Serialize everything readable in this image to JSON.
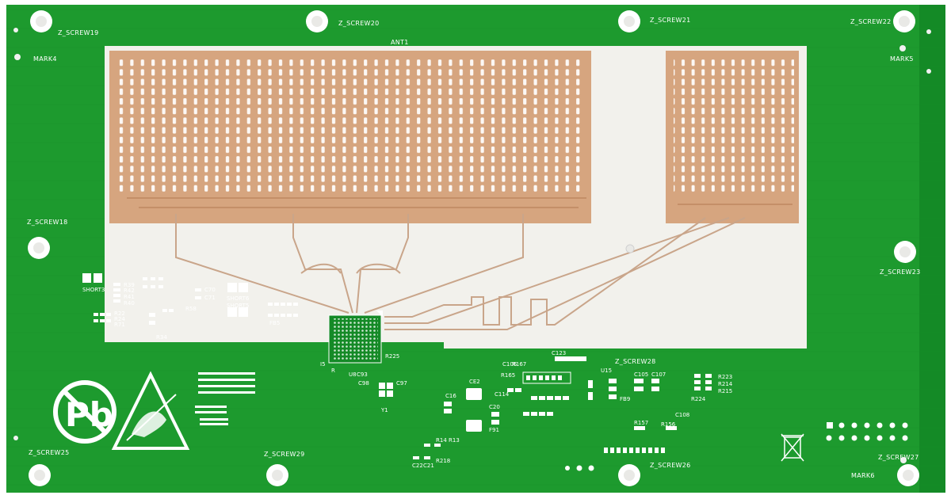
{
  "colors": {
    "board": "#1d9a2e",
    "board_dark": "#148a26",
    "board_edge": "#0f7a1f",
    "copper": "#d6a57f",
    "copper_dark": "#c48f68",
    "substrate": "#f2f1ec",
    "silkscreen": "#ffffff",
    "hole": "#e9e9e6"
  },
  "icons": [
    "pb-free-icon",
    "esd-warning-icon",
    "weee-bin-icon"
  ],
  "labels": {
    "ant": "ANT1",
    "screws": {
      "s19": "Z_SCREW19",
      "s20": "Z_SCREW20",
      "s21": "Z_SCREW21",
      "s22": "Z_SCREW22",
      "s18": "Z_SCREW18",
      "s23": "Z_SCREW23",
      "s25": "Z_SCREW25",
      "s29": "Z_SCREW29",
      "s26": "Z_SCREW26",
      "s27": "Z_SCREW27",
      "s28": "Z_SCREW28"
    },
    "marks": {
      "m4": "MARK4",
      "m5": "MARK5",
      "m6": "MARK6"
    },
    "parts": {
      "short3": "SHORT3",
      "short6": "SHORT6",
      "short5": "SHORT5",
      "r39": "R39",
      "r42": "R42",
      "r41": "R41",
      "r40": "R40",
      "c70": "C70",
      "c71": "C71",
      "r58": "R58",
      "r34": "R34",
      "r22": "R22",
      "r24": "R24",
      "r71": "R71",
      "fb5": "FB5",
      "u8": "U8",
      "c93": "C93",
      "c98": "C98",
      "c97": "C97",
      "y1": "Y1",
      "c16": "C16",
      "c20": "C20",
      "ce2": "CE2",
      "f91": "F91",
      "r14": "R14",
      "r13": "R13",
      "r218": "R218",
      "c22": "C22",
      "c21": "C21",
      "u15": "U15",
      "c106": "C106",
      "r167": "R167",
      "r165": "R165",
      "c114": "C114",
      "c123": "C123",
      "c105": "C105",
      "c107": "C107",
      "fb9": "FB9",
      "r157": "R157",
      "r156": "R156",
      "c108": "C108",
      "r223": "R223",
      "r214": "R214",
      "r215": "R215",
      "r224": "R224",
      "i5": "I5",
      "r": "R",
      "r225": "R225"
    }
  }
}
